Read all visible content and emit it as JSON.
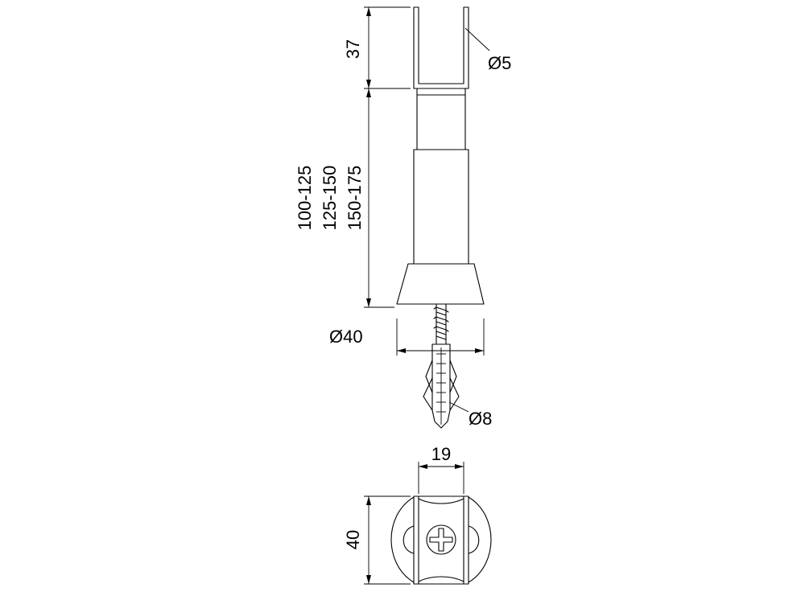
{
  "dimensions": {
    "fork_height": "37",
    "fork_hole": "Ø5",
    "length_1": "100-125",
    "length_2": "125-150",
    "length_3": "150-175",
    "base_diameter": "Ø40",
    "dowel_diameter": "Ø8",
    "clip_width": "19",
    "base_height": "40"
  }
}
